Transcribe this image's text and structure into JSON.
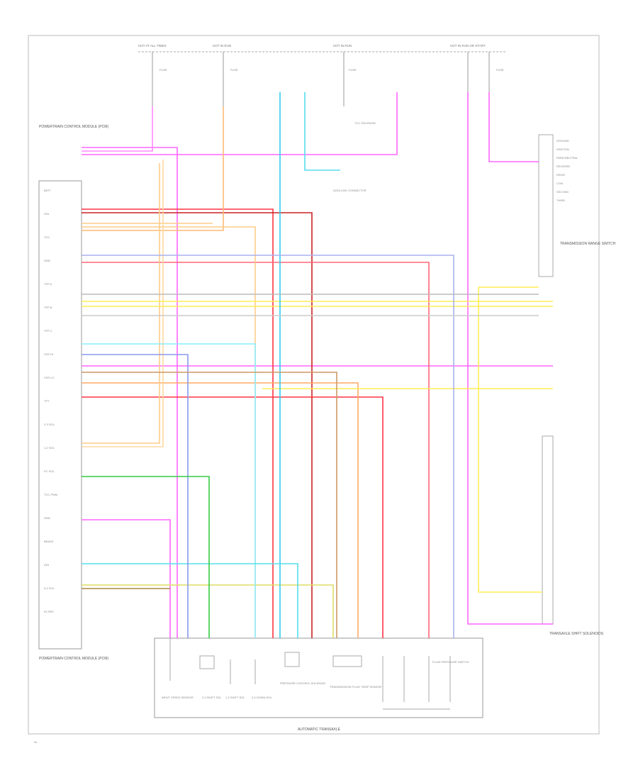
{
  "diagram": {
    "footer_label": "AUTOMATIC TRANSAXLE",
    "corner_code": "W...",
    "fuse_labels": [
      "HOT AT ALL TIMES",
      "HOT IN RUN",
      "HOT IN RUN",
      "HOT IN RUN OR START"
    ],
    "fuse_names": [
      "FUSE",
      "FUSE",
      "FUSE",
      "FUSE"
    ],
    "ecm_title": "POWERTRAIN CONTROL MODULE (PCM)",
    "right_block_title": "TRANSMISSION RANGE SWITCH",
    "right_lower_title": "TRANSAXLE SHIFT SOLENOIDS",
    "left_bottom_title": "POWERTRAIN CONTROL MODULE (PCM)",
    "mid_title": "TCC SOLENOID",
    "data_link": "DATA LINK CONNECTOR",
    "left_pins": [
      "BATT",
      "IGN",
      "TCC",
      "GND",
      "TFP A",
      "TFP B",
      "TFP C",
      "VSS HI",
      "VSS LO",
      "TFT",
      "2-3 SOL",
      "1-2 SOL",
      "PC SOL",
      "TCC PWM",
      "GND",
      "BRAKE",
      "IGN",
      "3-2 SOL",
      "5V REF"
    ],
    "bottom_components": [
      "INPUT SPEED SENSOR",
      "2-3 SHIFT SOL",
      "1-2 SHIFT SOL",
      "3-2 DOWN SOL",
      "PRESSURE CONTROL SOLENOID",
      "TRANSMISSION FLUID TEMP SENSOR",
      "FLUID PRESSURE SWITCH"
    ],
    "right_pins": [
      "GROUND",
      "IGNITION",
      "PARK/NEUTRAL",
      "REVERSE",
      "DRIVE",
      "LOW",
      "SECOND",
      "THIRD"
    ]
  }
}
